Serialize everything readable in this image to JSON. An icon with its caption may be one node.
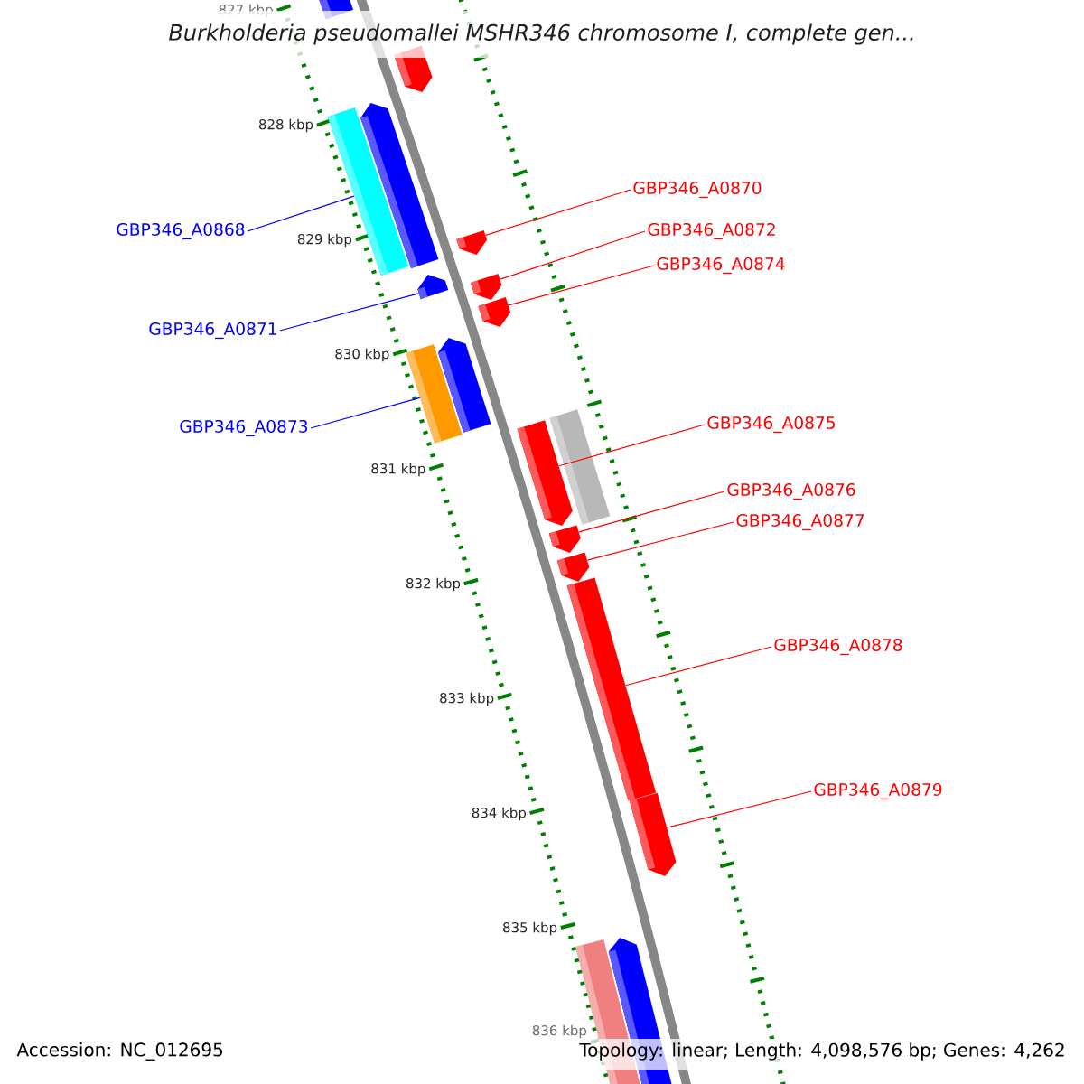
{
  "diagram": {
    "title": "Burkholderia pseudomallei MSHR346 chromosome I, complete gen...",
    "nodes": [
      {
        "text": [
          "GBP346_A0870"
        ]
      },
      {
        "text": [
          "GBP346_A0868"
        ]
      },
      {
        "text": [
          "GBP346_A0872"
        ]
      },
      {
        "text": [
          "GBP346_A0874"
        ]
      },
      {
        "text": [
          "GBP346_A0871"
        ]
      },
      {
        "text": [
          "GBP346_A0875"
        ]
      },
      {
        "text": [
          "GBP346_A0873"
        ]
      },
      {
        "text": [
          "GBP346_A0876"
        ]
      },
      {
        "text": [
          "GBP346_A0877"
        ]
      },
      {
        "text": [
          "GBP346_A0878"
        ]
      },
      {
        "text": [
          "GBP346_A0879"
        ]
      },
      {
        "text": [],
        "shape": "bar"
      },
      {
        "text": [],
        "shape": "bar"
      },
      {
        "text": [],
        "shape": "bar"
      },
      {
        "text": [],
        "shape": "bar"
      },
      {
        "text": [],
        "shape": "bar"
      },
      {
        "text": [],
        "shape": "bar"
      },
      {
        "text": [],
        "shape": "bar"
      },
      {
        "text": [],
        "shape": "bar"
      },
      {
        "text": [],
        "shape": "bar"
      },
      {
        "text": [],
        "shape": "bar"
      },
      {
        "text": [],
        "shape": "bar"
      }
    ],
    "edges": [
      {
        "from": 0,
        "to": 11,
        "arrow": "none"
      },
      {
        "from": 1,
        "to": 12,
        "arrow": "none",
        "color": "#0000ff"
      },
      {
        "from": 2,
        "to": 13,
        "arrow": "none"
      },
      {
        "from": 3,
        "to": 14,
        "arrow": "none"
      },
      {
        "from": 4,
        "to": 15,
        "arrow": "none",
        "color": "#0000ff"
      },
      {
        "from": 5,
        "to": 16,
        "arrow": "none"
      },
      {
        "from": 6,
        "to": 17,
        "arrow": "none",
        "color": "#0000ff"
      },
      {
        "from": 7,
        "to": 18,
        "arrow": "none"
      },
      {
        "from": 8,
        "to": 19,
        "arrow": "none"
      },
      {
        "from": 9,
        "to": 20,
        "arrow": "none"
      },
      {
        "from": 10,
        "to": 21,
        "arrow": "none"
      }
    ],
    "labels": [
      "827 kbp",
      "828 kbp",
      "829 kbp",
      "830 kbp",
      "831 kbp",
      "832 kbp",
      "833 kbp",
      "834 kbp",
      "835 kbp",
      "836 kbp",
      "Accession: NC_012695",
      "Topology: linear; Length: 4,098,576 bp; Genes: 4,262"
    ]
  }
}
